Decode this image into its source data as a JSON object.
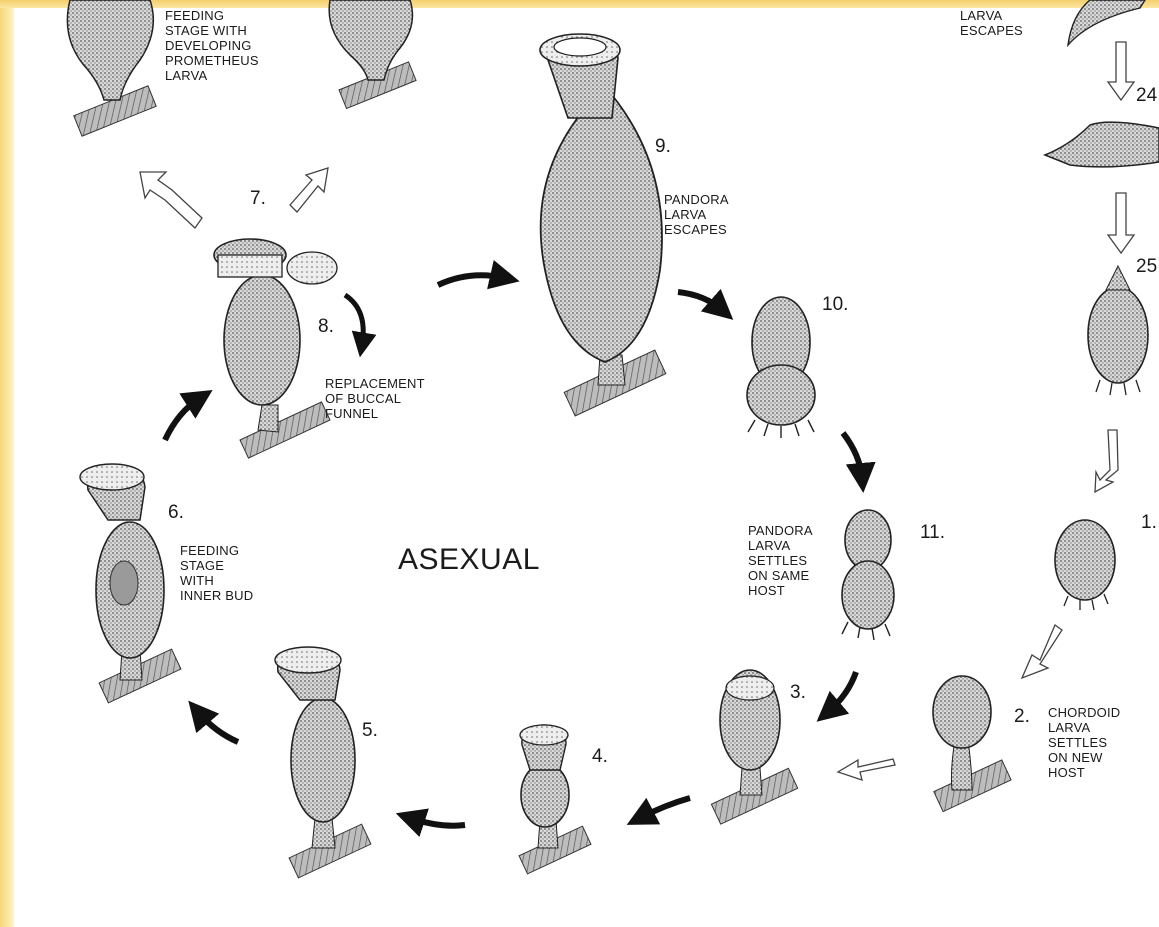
{
  "title": "ASEXUAL",
  "labels": {
    "stage_feeding_prometheus": "FEEDING\nSTAGE WITH\nDEVELOPING\nPROMETHEUS\nLARVA",
    "larva_escapes": "LARVA\nESCAPES",
    "pandora_escapes": "PANDORA\nLARVA\nESCAPES",
    "replacement": "REPLACEMENT\nOF BUCCAL\nFUNNEL",
    "feeding_inner_bud": "FEEDING\nSTAGE\nWITH\nINNER BUD",
    "pandora_settles": "PANDORA\nLARVA\nSETTLES\nON SAME\nHOST",
    "chordoid_settles": "CHORDOID\nLARVA\nSETTLES\nON NEW\nHOST"
  },
  "numbers": {
    "n1": "1.",
    "n2": "2.",
    "n3": "3.",
    "n4": "4.",
    "n5": "5.",
    "n6": "6.",
    "n7": "7.",
    "n8": "8.",
    "n9": "9.",
    "n10": "10.",
    "n11": "11.",
    "n24": "24",
    "n25": "25"
  },
  "colors": {
    "ink": "#1b1b1b",
    "stipple": "#8a8a8a",
    "frame_gold": "#f6d67a"
  }
}
